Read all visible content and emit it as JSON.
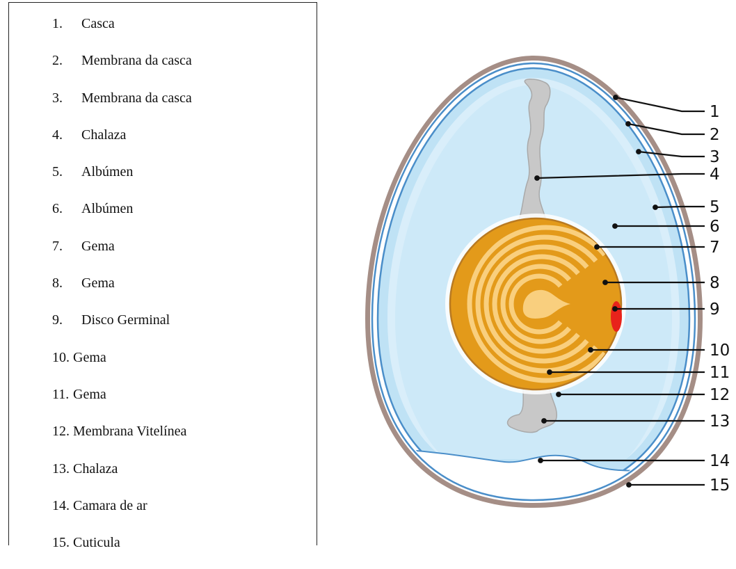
{
  "legend": {
    "items": [
      {
        "number": "1.",
        "label": "Casca"
      },
      {
        "number": "2.",
        "label": "Membrana da casca"
      },
      {
        "number": "3.",
        "label": "Membrana da casca"
      },
      {
        "number": "4.",
        "label": "Chalaza"
      },
      {
        "number": "5.",
        "label": "Albúmen"
      },
      {
        "number": "6.",
        "label": "Albúmen"
      },
      {
        "number": "7.",
        "label": "Gema"
      },
      {
        "number": "8.",
        "label": "Gema"
      },
      {
        "number": "9.",
        "label": "Disco Germinal"
      },
      {
        "number": "10.",
        "label": "Gema"
      },
      {
        "number": "11.",
        "label": "Gema"
      },
      {
        "number": "12.",
        "label": "Membrana Vitelínea"
      },
      {
        "number": "13.",
        "label": "Chalaza"
      },
      {
        "number": "14.",
        "label": "Camara de ar"
      },
      {
        "number": "15.",
        "label": "Cuticula"
      }
    ]
  },
  "diagram": {
    "callouts": [
      "1",
      "2",
      "3",
      "4",
      "5",
      "6",
      "7",
      "8",
      "9",
      "10",
      "11",
      "12",
      "13",
      "14",
      "15"
    ],
    "colors": {
      "shell": "#a58e86",
      "membrane": "#4a8ec9",
      "albumen_outer": "#bfe2f5",
      "albumen_inner": "#cde9f8",
      "yolk_outer": "#e39a1a",
      "yolk_light": "#f9cf7e",
      "germinal_disc": "#e8231b",
      "chalaza": "#c8c8c8",
      "air_cell": "#ffffff"
    }
  }
}
